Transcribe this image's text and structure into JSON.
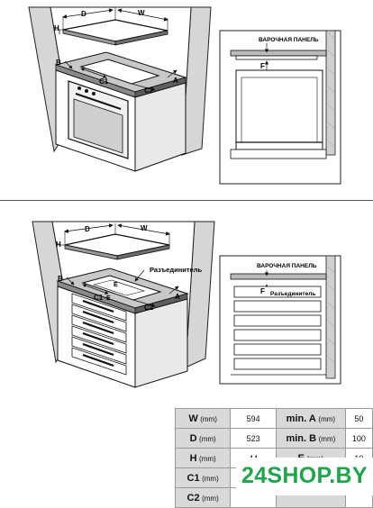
{
  "top": {
    "labels": {
      "d": "D",
      "w": "W",
      "h": "H",
      "b": "B",
      "c1": "C1",
      "c2": "C2",
      "a": "A"
    },
    "panel_label": "ВАРОЧНАЯ ПАНЕЛЬ",
    "f_label": "F"
  },
  "bottom": {
    "labels": {
      "d": "D",
      "w": "W",
      "h": "H",
      "b": "B",
      "c1": "C1",
      "c2": "C2",
      "a": "A",
      "e1": "E",
      "e2": "E"
    },
    "connector_label": "Разъединитель",
    "panel_label": "ВАРОЧНАЯ ПАНЕЛЬ",
    "f_label": "F",
    "connector_label_right": "Разъединитель"
  },
  "table": {
    "unit": "(mm)",
    "rows": [
      {
        "label": "W",
        "value": "594",
        "label2": "min. A",
        "value2": "50"
      },
      {
        "label": "D",
        "value": "523",
        "label2": "min. B",
        "value2": "100"
      },
      {
        "label": "H",
        "value": "44",
        "label2": "E",
        "value2": "10"
      },
      {
        "label": "C1",
        "value": "",
        "label2": "",
        "value2": ""
      },
      {
        "label": "C2",
        "value": "",
        "label2": "",
        "value2": ""
      }
    ]
  },
  "watermark": "24SHOP.BY",
  "colors": {
    "brand": "#1fa64a",
    "wall": "#d6d6d6",
    "counter": "#c8c8c8",
    "table_header": "#d9d9d9"
  }
}
